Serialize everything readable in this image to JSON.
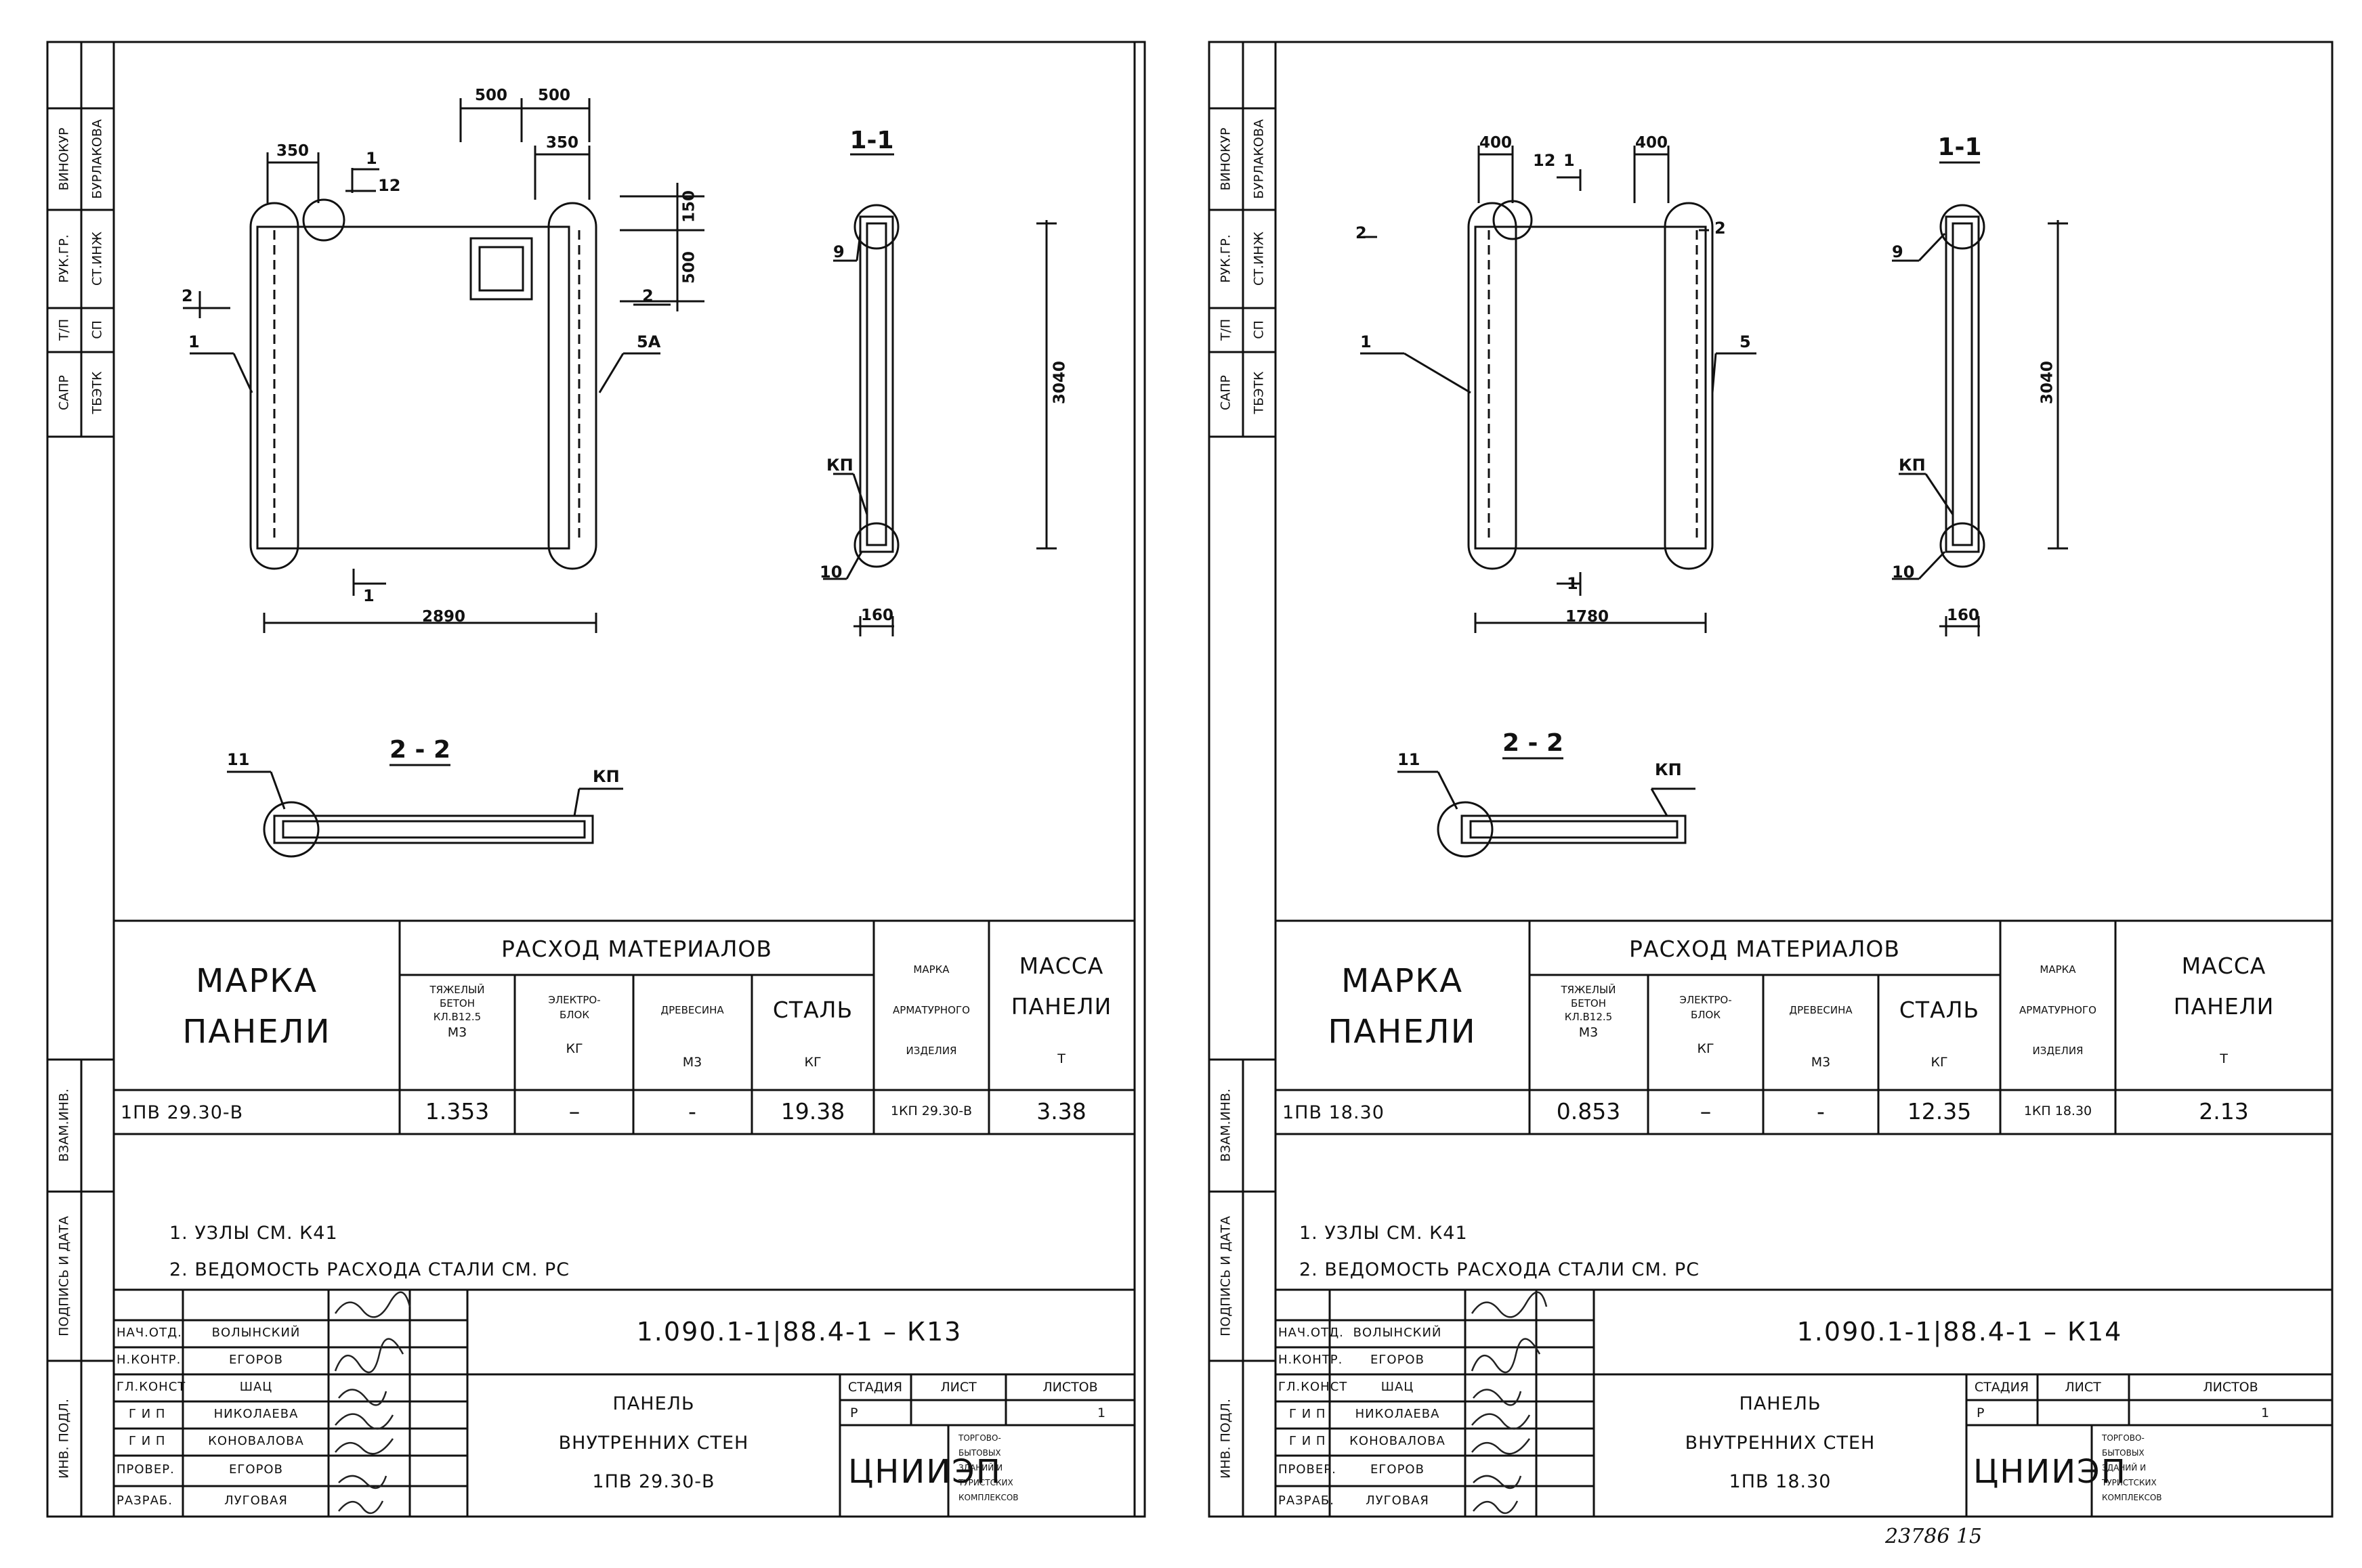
{
  "sheets": [
    {
      "id": "left",
      "code": "1.090.1-1|88.4-1 – К13",
      "title": [
        "ПАНЕЛЬ",
        "ВНУТРЕННИХ СТЕН",
        "1ПВ 29.30-В"
      ],
      "stage": "Р",
      "sheet_no": "1",
      "stamp_headers": {
        "stage": "СТАДИЯ",
        "sheet": "ЛИСТ",
        "sheets": "ЛИСТОВ"
      },
      "org": "ЦНИИЭП",
      "org_note": [
        "ТОРГОВО-",
        "БЫТОВЫХ",
        "ЗДАНИЙ И",
        "ТУРИСТСКИХ",
        "КОМПЛЕКСОВ"
      ],
      "staff": [
        {
          "role": "НАЧ.ОТД.",
          "name": "ВОЛЫНСКИЙ"
        },
        {
          "role": "Н.КОНТР.",
          "name": "ЕГОРОВ"
        },
        {
          "role": "ГЛ.КОНСТ",
          "name": "ШАЦ"
        },
        {
          "role": "Г И П",
          "name": "НИКОЛАЕВА"
        },
        {
          "role": "Г И П",
          "name": "КОНОВАЛОВА"
        },
        {
          "role": "ПРОВЕР.",
          "name": "ЕГОРОВ"
        },
        {
          "role": "РАЗРАБ.",
          "name": "ЛУГОВАЯ"
        }
      ],
      "strip_top": [
        [
          "САПР",
          "ТБЭТК"
        ],
        [
          "Т/П",
          "СП"
        ],
        [
          "РУК.ГР.",
          "СТ.ИНЖ"
        ],
        [
          "ВИНОКУР",
          "БУРЛАКОВА"
        ]
      ],
      "strip_bottom": [
        "ВЗАМ.ИНВ.",
        "ПОДПИСЬ И ДАТА",
        "ИНВ. ПОДЛ."
      ],
      "table": {
        "mark_header": [
          "МАРКА",
          "ПАНЕЛИ"
        ],
        "group_header": "РАСХОД МАТЕРИАЛОВ",
        "columns": [
          [
            "ТЯЖЕЛЫЙ",
            "БЕТОН",
            "КЛ.В12.5",
            "М3"
          ],
          [
            "ЭЛЕКТРО-",
            "БЛОК",
            "КГ"
          ],
          [
            "ДРЕВЕСИНА",
            "",
            "М3"
          ],
          [
            "СТАЛЬ",
            "",
            "КГ"
          ]
        ],
        "arm_header": [
          "МАРКА",
          "АРМАТУРНОГО",
          "ИЗДЕЛИЯ"
        ],
        "mass_header": [
          "МАССА",
          "ПАНЕЛИ",
          "Т"
        ],
        "row": [
          "1ПВ 29.30-В",
          "1.353",
          "–",
          "-",
          "19.38",
          "1КП 29.30-В",
          "3.38"
        ]
      },
      "notes": [
        "1. УЗЛЫ СМ. К41",
        "2. ВЕДОМОСТЬ РАСХОДА СТАЛИ СМ. РС"
      ],
      "drawing": {
        "dims": {
          "width": "2890",
          "left_edge": "350",
          "right_edge": "350",
          "top_a": "500",
          "top_b": "500",
          "opening_h": "500",
          "opening_off": "150",
          "height": "3040",
          "thickness": "160"
        },
        "labels": {
          "l1": "1",
          "l12": "12",
          "l5": "5А",
          "s1": "1",
          "s2": "2",
          "s2r": "2",
          "s1b": "1",
          "kp": "КП",
          "l9": "9",
          "l10": "10",
          "l11": "11",
          "kp2": "КП"
        },
        "section_1": "1-1",
        "section_2": "2 - 2"
      },
      "footer": ""
    },
    {
      "id": "right",
      "code": "1.090.1-1|88.4-1 – К14",
      "title": [
        "ПАНЕЛЬ",
        "ВНУТРЕННИХ СТЕН",
        "1ПВ 18.30"
      ],
      "stage": "Р",
      "sheet_no": "1",
      "stamp_headers": {
        "stage": "СТАДИЯ",
        "sheet": "ЛИСТ",
        "sheets": "ЛИСТОВ"
      },
      "org": "ЦНИИЭП",
      "org_note": [
        "ТОРГОВО-",
        "БЫТОВЫХ",
        "ЗДАНИЙ И",
        "ТУРИСТСКИХ",
        "КОМПЛЕКСОВ"
      ],
      "staff": [
        {
          "role": "НАЧ.ОТД.",
          "name": "ВОЛЫНСКИЙ"
        },
        {
          "role": "Н.КОНТР.",
          "name": "ЕГОРОВ"
        },
        {
          "role": "ГЛ.КОНСТ",
          "name": "ШАЦ"
        },
        {
          "role": "Г И П",
          "name": "НИКОЛАЕВА"
        },
        {
          "role": "Г И П",
          "name": "КОНОВАЛОВА"
        },
        {
          "role": "ПРОВЕР.",
          "name": "ЕГОРОВ"
        },
        {
          "role": "РАЗРАБ.",
          "name": "ЛУГОВАЯ"
        }
      ],
      "strip_top": [
        [
          "САПР",
          "ТБЭТК"
        ],
        [
          "Т/П",
          "СП"
        ],
        [
          "РУК.ГР.",
          "СТ.ИНЖ"
        ],
        [
          "ВИНОКУР",
          "БУРЛАКОВА"
        ]
      ],
      "strip_bottom": [
        "ВЗАМ.ИНВ.",
        "ПОДПИСЬ И ДАТА",
        "ИНВ. ПОДЛ."
      ],
      "table": {
        "mark_header": [
          "МАРКА",
          "ПАНЕЛИ"
        ],
        "group_header": "РАСХОД МАТЕРИАЛОВ",
        "columns": [
          [
            "ТЯЖЕЛЫЙ",
            "БЕТОН",
            "КЛ.В12.5",
            "М3"
          ],
          [
            "ЭЛЕКТРО-",
            "БЛОК",
            "КГ"
          ],
          [
            "ДРЕВЕСИНА",
            "",
            "М3"
          ],
          [
            "СТАЛЬ",
            "",
            "КГ"
          ]
        ],
        "arm_header": [
          "МАРКА",
          "АРМАТУРНОГО",
          "ИЗДЕЛИЯ"
        ],
        "mass_header": [
          "МАССА",
          "ПАНЕЛИ",
          "Т"
        ],
        "row": [
          "1ПВ 18.30",
          "0.853",
          "–",
          "-",
          "12.35",
          "1КП 18.30",
          "2.13"
        ]
      },
      "notes": [
        "1. УЗЛЫ СМ. К41",
        "2. ВЕДОМОСТЬ РАСХОДА СТАЛИ СМ. РС"
      ],
      "drawing": {
        "dims": {
          "width": "1780",
          "left_edge": "400",
          "right_edge": "400",
          "height": "3040",
          "thickness": "160"
        },
        "labels": {
          "l1": "1",
          "l12": "12",
          "l5": "5",
          "s1": "1",
          "s2": "2",
          "s2r": "2",
          "s1b": "1",
          "kp": "КП",
          "l9": "9",
          "l10": "10",
          "l11": "11",
          "kp2": "КП"
        },
        "section_1": "1-1",
        "section_2": "2 - 2"
      },
      "footer": "23786   15"
    }
  ]
}
